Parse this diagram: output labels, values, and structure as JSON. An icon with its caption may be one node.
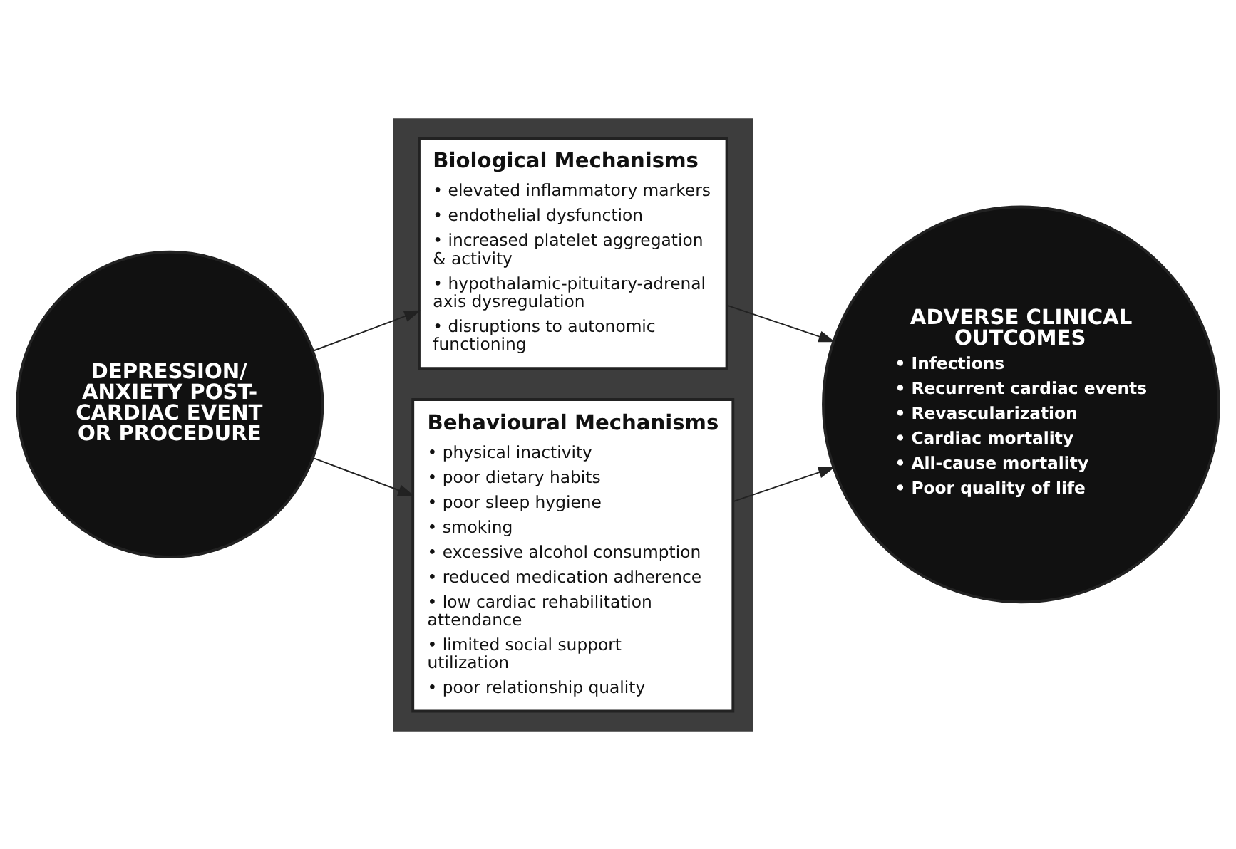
{
  "diagram": {
    "nodes": [
      {
        "text": [
          "DEPRESSION/ ANXIETY POST-CARDIAC EVENT OR PROCEDURE"
        ]
      },
      {
        "text": [],
        "shape": "box"
      },
      {
        "text": [
          "Biological Mechanisms",
          "• elevated inflammatory markers",
          "• endothelial dysfunction",
          "• increased platelet aggregation & activity",
          "• hypothalamic-pituitary-adrenal axis dysregulation",
          "• disruptions to autonomic functioning"
        ],
        "in": 1
      },
      {
        "text": [
          "Behavioural Mechanisms",
          "• physical inactivity",
          "• poor dietary habits",
          "• poor sleep hygiene",
          "• smoking",
          "• excessive alcohol consumption",
          "• reduced medication adherence",
          "• low cardiac rehabilitation attendance",
          "• limited social support utilization",
          "• poor relationship quality"
        ],
        "in": 1
      },
      {
        "text": [
          "ADVERSE CLINICAL OUTCOMES",
          "• Infections",
          "• Recurrent cardiac events",
          "• Revascularization",
          "• Cardiac mortality",
          "• All-cause mortality",
          "• Poor quality of life"
        ]
      }
    ],
    "edges": [
      {
        "from": 0,
        "to": 2,
        "arrow": "to"
      },
      {
        "from": 0,
        "to": 3,
        "arrow": "to"
      },
      {
        "from": 2,
        "to": 4,
        "arrow": "to"
      },
      {
        "from": 3,
        "to": 4,
        "arrow": "to"
      }
    ]
  }
}
